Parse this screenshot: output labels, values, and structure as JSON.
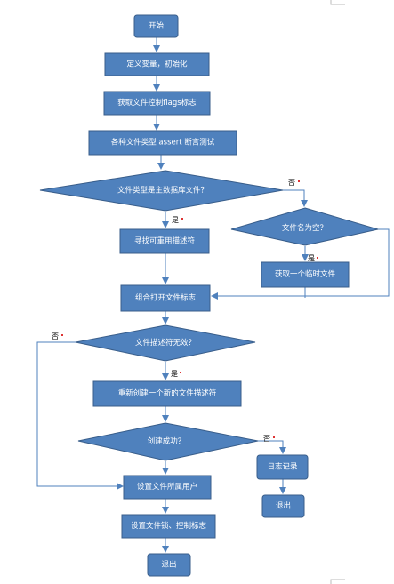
{
  "nodes": {
    "start": "开始",
    "init": "定义变量，初始化",
    "get_flags": "获取文件控制flags标志",
    "assert_test": "各种文件类型 assert 断言测试",
    "is_main_db": "文件类型是主数据库文件？",
    "find_reuse": "寻找可重用描述符",
    "name_empty": "文件名为空？",
    "get_temp": "获取一个临时文件",
    "combine_flags": "组合打开文件标志",
    "fd_invalid": "文件描述符无效？",
    "recreate_fd": "重新创建一个新的文件描述符",
    "create_ok": "创建成功？",
    "log": "日志记录",
    "exit_right": "退出",
    "set_owner": "设置文件所属用户",
    "set_lock": "设置文件锁、控制标志",
    "exit_bottom": "退出"
  },
  "edge_labels": {
    "main_db_no": "否",
    "main_db_yes": "是",
    "name_empty_yes": "是",
    "fd_invalid_no": "否",
    "fd_invalid_yes": "是",
    "create_no": "否"
  },
  "colors": {
    "node_fill": "#4f81bd",
    "node_stroke": "#385d8a",
    "arrow": "#4f81bd",
    "text": "#ffffff"
  }
}
